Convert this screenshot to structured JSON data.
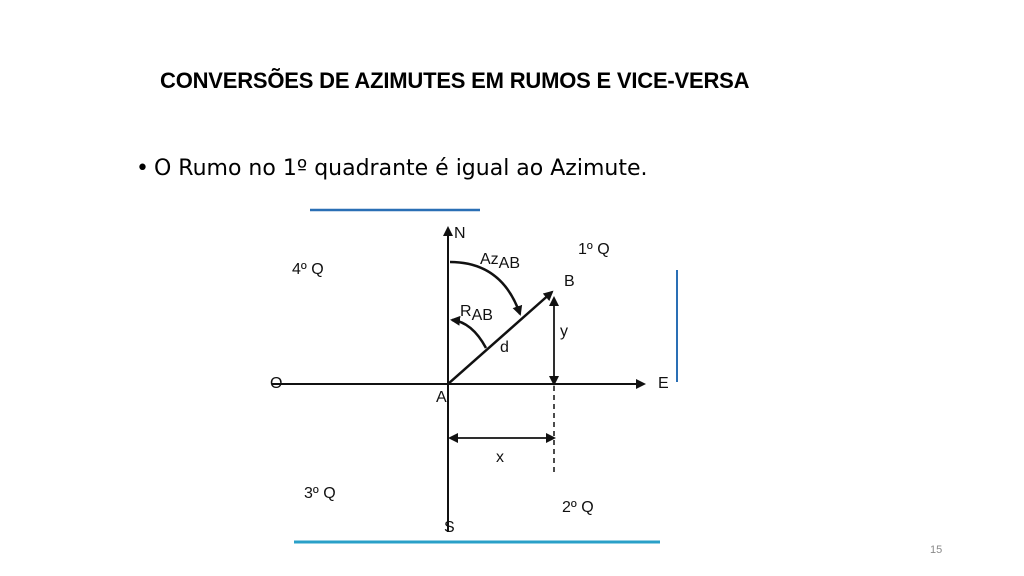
{
  "slide": {
    "title": "CONVERSÕES DE AZIMUTES EM RUMOS E VICE-VERSA",
    "bullet_marker": "•",
    "bullet_text": "O Rumo no 1º quadrante é igual ao Azimute.",
    "page_number": "15"
  },
  "diagram": {
    "directions": {
      "north": "N",
      "south": "S",
      "east": "E",
      "west": "O"
    },
    "quadrants": {
      "q1": "1º Q",
      "q2": "2º Q",
      "q3": "3º Q",
      "q4": "4º Q"
    },
    "points": {
      "origin": "A",
      "target": "B"
    },
    "azimuth": {
      "main": "Az",
      "sub": "AB"
    },
    "bearing": {
      "main": "R",
      "sub": "AB"
    },
    "segments": {
      "distance": "d",
      "x": "x",
      "y": "y"
    },
    "colors": {
      "frame_accent": "#2a6fb5",
      "frame_base": "#2aa0c8",
      "lines": "#111111"
    }
  }
}
